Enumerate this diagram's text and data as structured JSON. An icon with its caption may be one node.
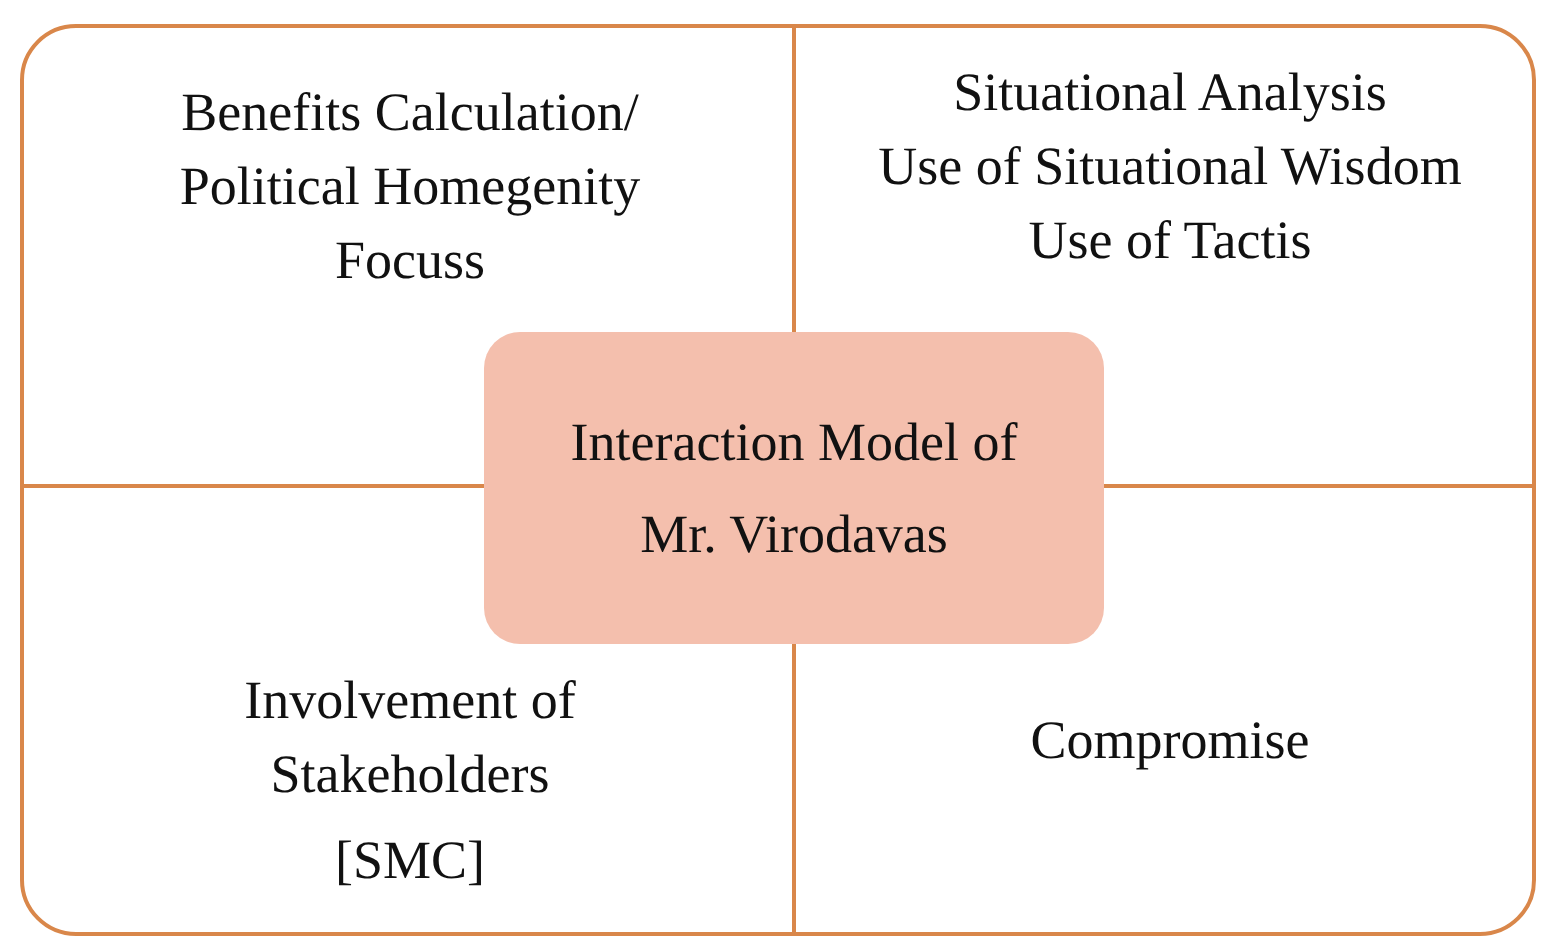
{
  "diagram": {
    "nodes": [
      {
        "text": [],
        "shape": "box"
      },
      {
        "text": [
          "Benefits Calculation/ Political Homegenity Focuss"
        ],
        "in": 0
      },
      {
        "text": [
          "Situational Analysis",
          "Use of Situational Wisdom",
          "Use of Tactis"
        ],
        "in": 0
      },
      {
        "text": [
          "Interaction Model of Mr. Virodavas"
        ],
        "in": 0
      },
      {
        "text": [
          "Involvement of Stakeholders",
          "[SMC]"
        ],
        "in": 0
      },
      {
        "text": [
          "Compromise"
        ],
        "in": 0
      }
    ],
    "edges": []
  }
}
